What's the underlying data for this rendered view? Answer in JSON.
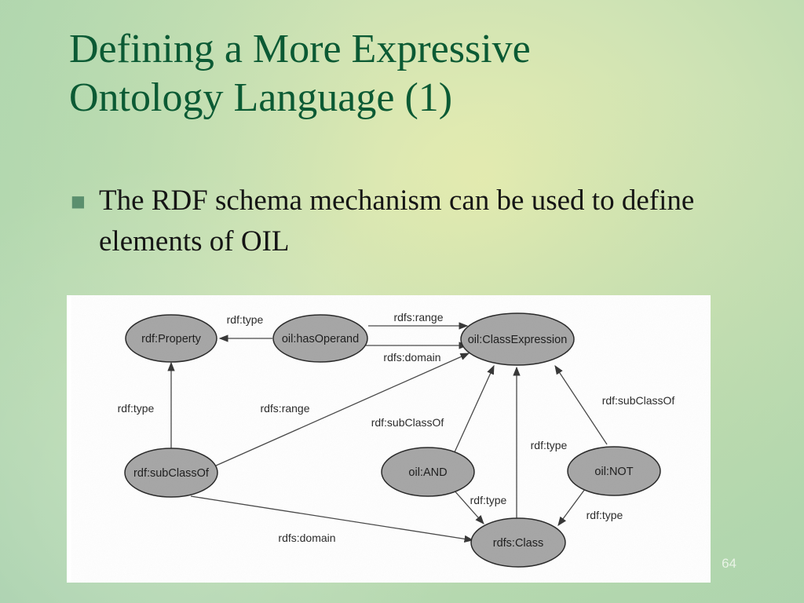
{
  "slide": {
    "title_line1": "Defining a More Expressive",
    "title_line2": "Ontology Language (1)",
    "bullet": "The RDF schema mechanism can be used to define elements of OIL",
    "page_number": "64"
  },
  "diagram": {
    "nodes": {
      "rdf_property": "rdf:Property",
      "oil_hasoperand": "oil:hasOperand",
      "oil_classexpression": "oil:ClassExpression",
      "rdf_subclassof": "rdf:subClassOf",
      "oil_and": "oil:AND",
      "oil_not": "oil:NOT",
      "rdfs_class": "rdfs:Class"
    },
    "edges": {
      "hasoperand_type": "rdf:type",
      "hasoperand_range": "rdfs:range",
      "hasoperand_domain": "rdfs:domain",
      "subclassof_type": "rdf:type",
      "subclassof_range": "rdfs:range",
      "and_subclassof": "rdf:subClassOf",
      "class_type": "rdf:type",
      "not_subclassof": "rdf:subClassOf",
      "and_type": "rdf:type",
      "not_type": "rdf:type",
      "subclassof_domain": "rdfs:domain"
    }
  }
}
